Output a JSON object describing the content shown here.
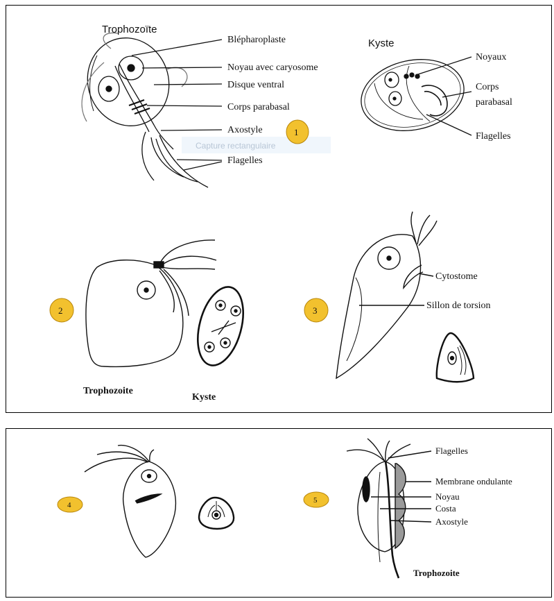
{
  "figure1": {
    "title": "Trophozoïte",
    "labels": {
      "blepharoplaste": "Blépharoplaste",
      "noyau": "Noyau avec caryosome",
      "disque": "Disque ventral",
      "corps": "Corps parabasal",
      "axostyle": "Axostyle",
      "flagelles": "Flagelles"
    },
    "badge": "1",
    "overlay": "Capture rectangulaire",
    "kyste_title": "Kyste",
    "kyste_labels": {
      "noyaux": "Noyaux",
      "corps_1": "Corps",
      "corps_2": "parabasal",
      "flagelles": "Flagelles"
    }
  },
  "figure2": {
    "badge": "2",
    "trophozoite": "Trophozoite",
    "kyste": "Kyste"
  },
  "figure3": {
    "badge": "3",
    "cytostome": "Cytostome",
    "sillon": "Sillon de torsion"
  },
  "figure4": {
    "badge": "4"
  },
  "figure5": {
    "badge": "5",
    "labels": {
      "flagelles": "Flagelles",
      "membrane": "Membrane ondulante",
      "noyau": "Noyau",
      "costa": "Costa",
      "axostyle": "Axostyle"
    },
    "trophozoite": "Trophozoite"
  },
  "colors": {
    "badge_fill": "#f2c12e",
    "badge_stroke": "#b8860b",
    "ink": "#111111"
  }
}
